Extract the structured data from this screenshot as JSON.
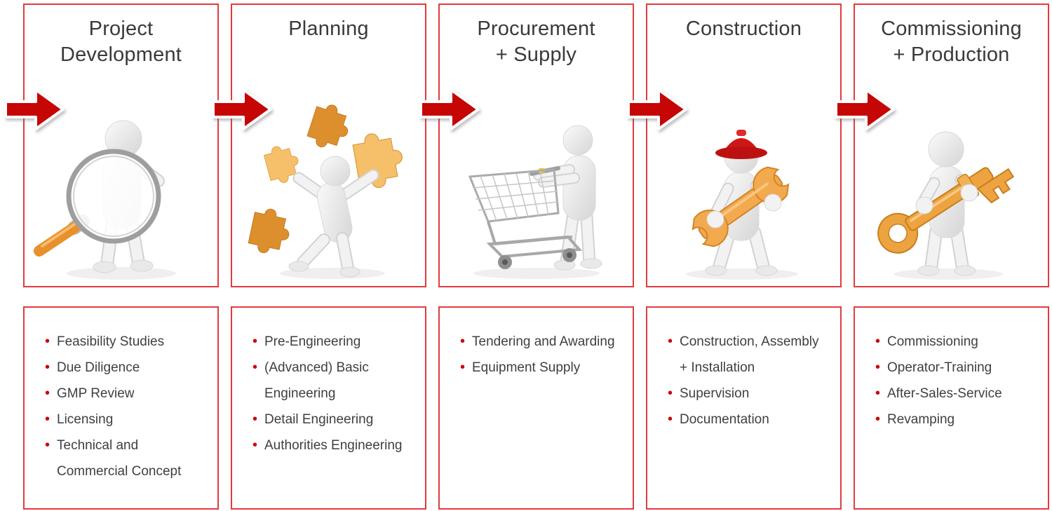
{
  "colors": {
    "box_border_red": "#e23b3d",
    "arrow_red": "#c60505",
    "bullet_red": "#cc0000",
    "title_text": "#3a3a3a",
    "body_text": "#3f3f3f",
    "accent_orange": "#eda33f",
    "hard_hat_red": "#cf1717"
  },
  "stages": [
    {
      "title": "Project\nDevelopment",
      "icon": "magnifier-figure",
      "bullets": [
        "Feasibility Studies",
        "Due Diligence",
        "GMP Review",
        "Licensing",
        "Technical and\nCommercial Concept"
      ]
    },
    {
      "title": "Planning",
      "icon": "puzzle-figure",
      "bullets": [
        "Pre-Engineering",
        "(Advanced) Basic\nEngineering",
        "Detail Engineering",
        "Authorities Engineering"
      ]
    },
    {
      "title": "Procurement\n+ Supply",
      "icon": "shopping-cart-figure",
      "bullets": [
        "Tendering and Awarding",
        "Equipment Supply"
      ]
    },
    {
      "title": "Construction",
      "icon": "wrench-figure",
      "bullets": [
        "Construction, Assembly\n+ Installation",
        "Supervision",
        "Documentation"
      ]
    },
    {
      "title": "Commissioning\n+ Production",
      "icon": "key-figure",
      "bullets": [
        "Commissioning",
        "Operator-Training",
        "After-Sales-Service",
        "Revamping"
      ]
    }
  ]
}
